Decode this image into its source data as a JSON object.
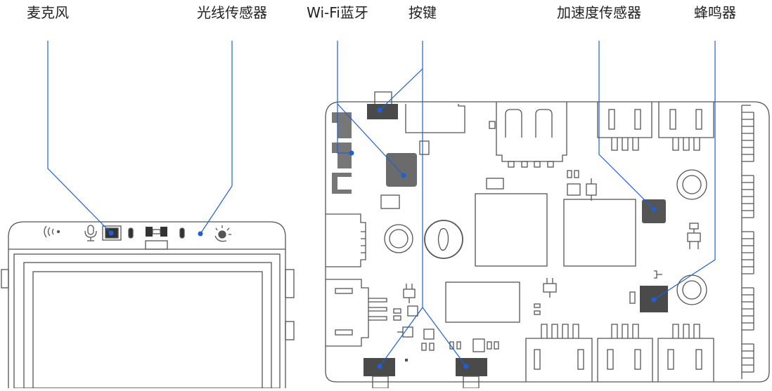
{
  "labels": {
    "microphone": "麦克风",
    "light_sensor": "光线传感器",
    "wifi_bluetooth": "Wi-Fi蓝牙",
    "button": "按键",
    "accelerometer": "加速度传感器",
    "buzzer": "蜂鸣器"
  },
  "colors": {
    "callout_line": "#1f5fd6",
    "outline": "#555555",
    "chip": "#6b6b6b",
    "chip_dark": "#4a4a4a",
    "text": "#222222"
  }
}
